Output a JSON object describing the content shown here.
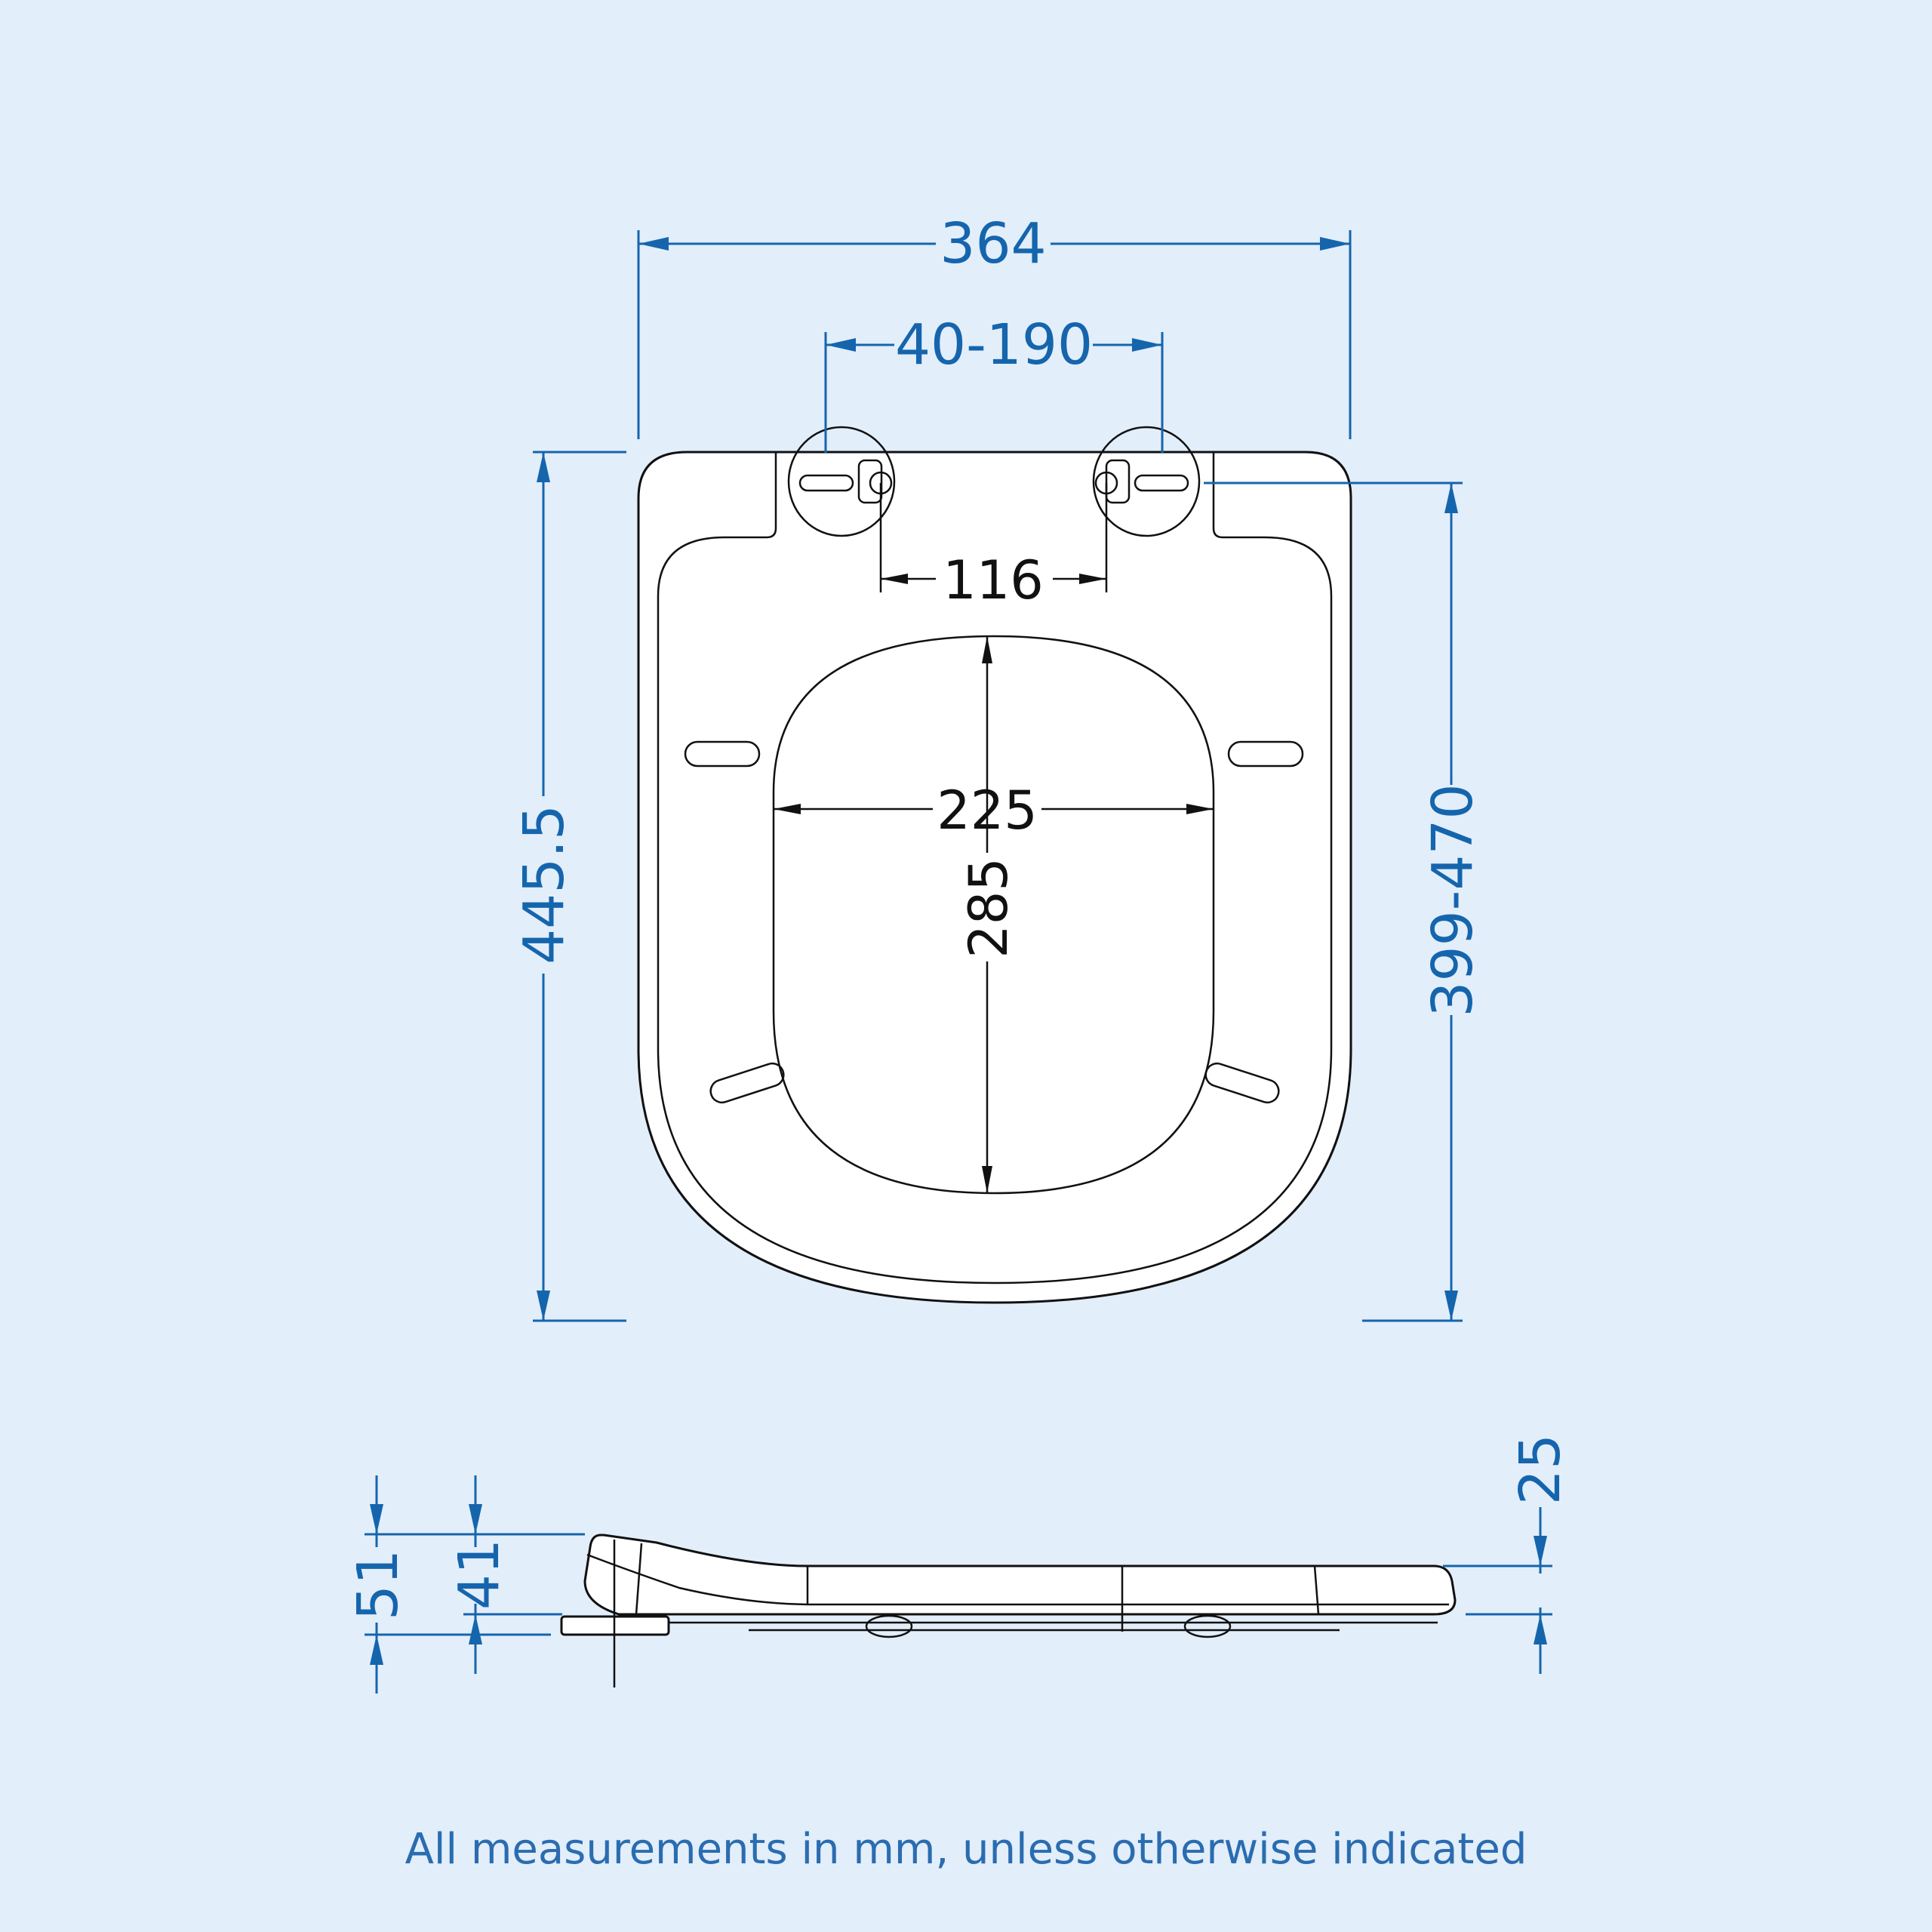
{
  "diagram": {
    "subject": "Toilet seat dimensions (top view and side view)",
    "units": "mm",
    "colors": {
      "background": "#e2eefa",
      "dimension_blue": "#1565ad",
      "outline": "#111111",
      "fill": "#ffffff"
    },
    "top_view": {
      "overall_width": "364",
      "hinge_spacing_range": "40-190",
      "hinge_center_distance": "116",
      "overall_length": "445.5",
      "fixing_to_front_range": "399-470",
      "opening_width": "225",
      "opening_length": "285"
    },
    "side_view": {
      "hinge_height_total": "51",
      "seat_rear_height": "41",
      "seat_front_thickness": "25"
    },
    "footer_note": "All measurements in mm, unless otherwise indicated"
  }
}
